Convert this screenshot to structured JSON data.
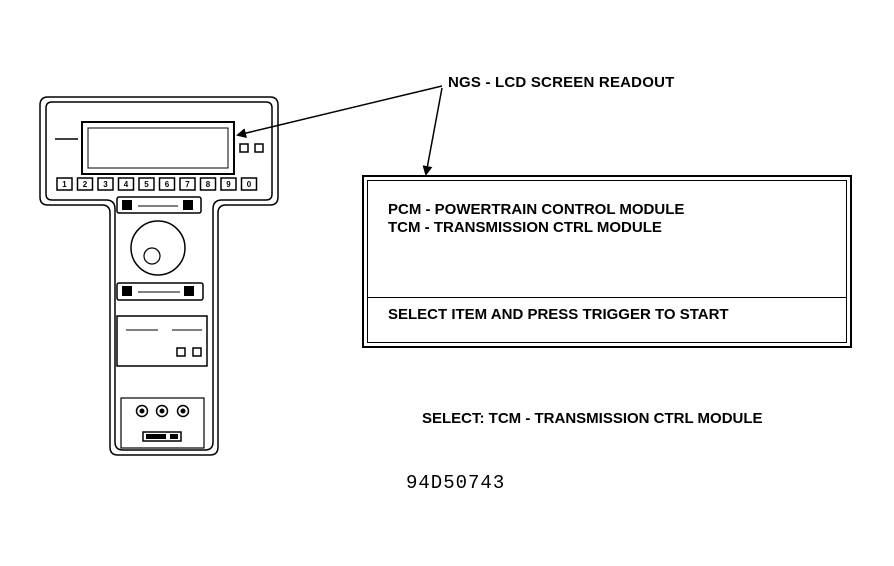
{
  "callout": {
    "label": "NGS - LCD SCREEN READOUT"
  },
  "readout": {
    "lines": [
      "PCM - POWERTRAIN CONTROL MODULE",
      "TCM - TRANSMISSION CTRL MODULE"
    ],
    "prompt": "SELECT ITEM AND PRESS TRIGGER TO START"
  },
  "caption": "SELECT: TCM - TRANSMISSION CTRL MODULE",
  "figure_id": "94D50743",
  "tester": {
    "keypad_labels": [
      "1",
      "2",
      "3",
      "4",
      "5",
      "6",
      "7",
      "8",
      "9",
      "0"
    ]
  }
}
